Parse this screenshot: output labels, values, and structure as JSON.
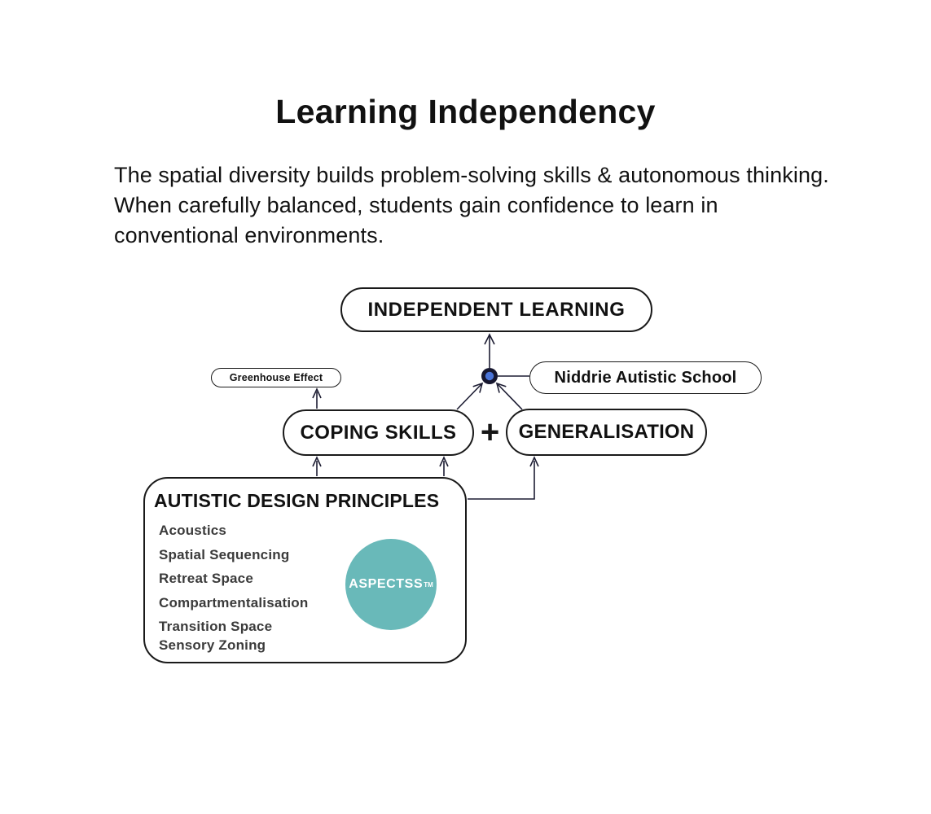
{
  "page": {
    "title": "Learning Independency",
    "description": "The spatial diversity builds problem-solving skills & autonomous thinking. When carefully balanced, students gain confidence to learn in conventional environments."
  },
  "diagram": {
    "nodes": {
      "independent_learning": "INDEPENDENT LEARNING",
      "greenhouse_effect": "Greenhouse Effect",
      "niddrie_school": "Niddrie Autistic School",
      "coping_skills": "COPING SKILLS",
      "plus": "+",
      "generalisation": "GENERALISATION",
      "autistic_principles": {
        "heading": "AUTISTIC DESIGN PRINCIPLES",
        "items": [
          "Acoustics",
          "Spatial Sequencing",
          "Retreat Space",
          "Compartmentalisation",
          "Transition Space",
          "Sensory Zoning"
        ],
        "badge_label": "ASPECTSS",
        "badge_trademark": "TM"
      }
    },
    "colors": {
      "badge_teal": "#69b9b9",
      "node_border": "#1a1a1a",
      "connector": "#1d1d33",
      "dot_outer": "#17172f",
      "dot_inner": "#4a74d8"
    }
  }
}
